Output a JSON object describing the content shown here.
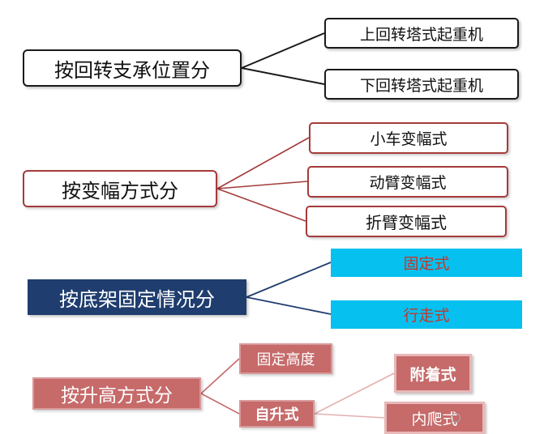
{
  "groups": [
    {
      "root": "按回转支承位置分",
      "children": [
        "上回转塔式起重机",
        "下回转塔式起重机"
      ]
    },
    {
      "root": "按变幅方式分",
      "children": [
        "小车变幅式",
        "动臂变幅式",
        "折臂变幅式"
      ]
    },
    {
      "root": "按底架固定情况分",
      "children": [
        "固定式",
        "行走式"
      ]
    },
    {
      "root": "按升高方式分",
      "children": [
        "固定高度",
        "自升式"
      ],
      "sub_children": [
        "附着式",
        "内爬式"
      ]
    }
  ],
  "colors": {
    "group1": "#1a1a1a",
    "group2": "#a53b3b",
    "group3_root": "#1f3d6e",
    "group3_child": "#06c0f0",
    "group4": "#c66a6a",
    "group4_sub_line": "#e3b0b0"
  }
}
